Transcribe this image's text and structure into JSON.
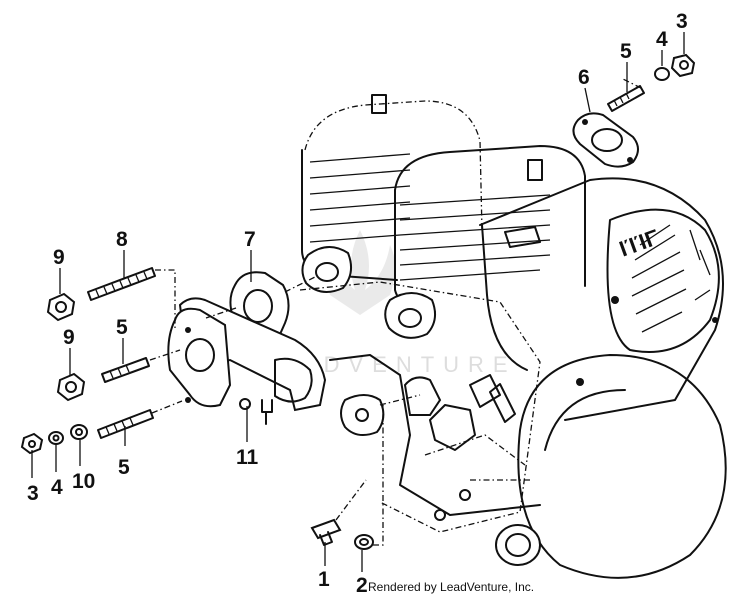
{
  "diagram": {
    "callouts": [
      {
        "id": "c-3-top",
        "label": "3"
      },
      {
        "id": "c-4-top",
        "label": "4"
      },
      {
        "id": "c-5-top",
        "label": "5"
      },
      {
        "id": "c-6",
        "label": "6"
      },
      {
        "id": "c-7",
        "label": "7"
      },
      {
        "id": "c-8",
        "label": "8"
      },
      {
        "id": "c-9-upper",
        "label": "9"
      },
      {
        "id": "c-9-lower",
        "label": "9"
      },
      {
        "id": "c-5-mid",
        "label": "5"
      },
      {
        "id": "c-5-low",
        "label": "5"
      },
      {
        "id": "c-11",
        "label": "11"
      },
      {
        "id": "c-3-bot",
        "label": "3"
      },
      {
        "id": "c-4-bot",
        "label": "4"
      },
      {
        "id": "c-10",
        "label": "10"
      },
      {
        "id": "c-1",
        "label": "1"
      },
      {
        "id": "c-2",
        "label": "2"
      }
    ],
    "credit": "Rendered by LeadVenture, Inc."
  }
}
